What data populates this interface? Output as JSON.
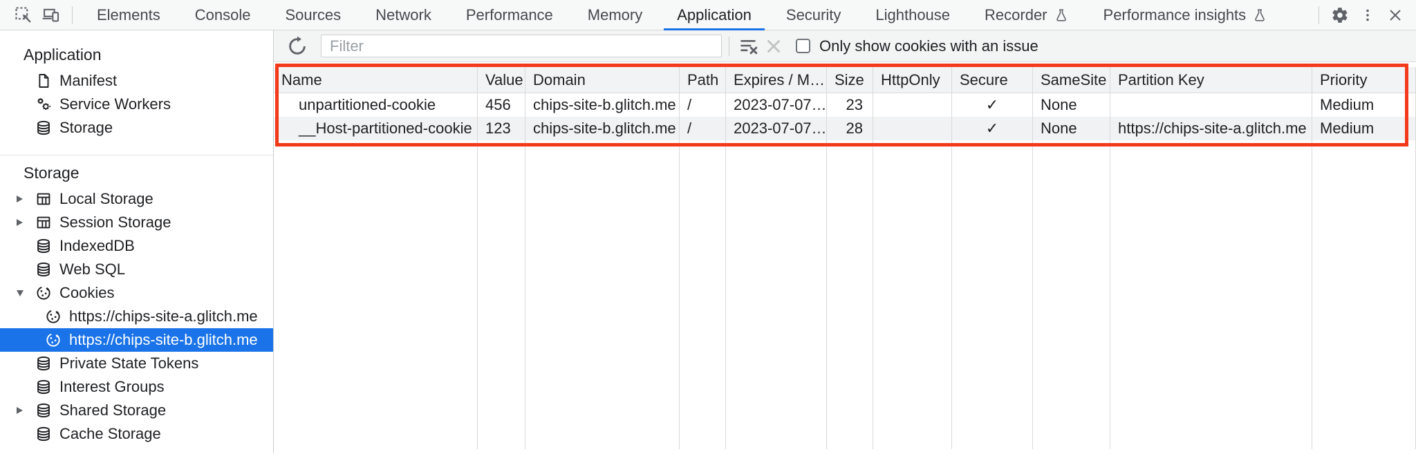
{
  "tabs": [
    {
      "label": "Elements"
    },
    {
      "label": "Console"
    },
    {
      "label": "Sources"
    },
    {
      "label": "Network"
    },
    {
      "label": "Performance"
    },
    {
      "label": "Memory"
    },
    {
      "label": "Application",
      "selected": true
    },
    {
      "label": "Security"
    },
    {
      "label": "Lighthouse"
    },
    {
      "label": "Recorder",
      "experimental": true
    },
    {
      "label": "Performance insights",
      "experimental": true
    }
  ],
  "sidebar": {
    "sections": [
      {
        "title": "Application",
        "items": [
          {
            "label": "Manifest"
          },
          {
            "label": "Service Workers"
          },
          {
            "label": "Storage"
          }
        ]
      },
      {
        "title": "Storage",
        "items": [
          {
            "label": "Local Storage",
            "collapsed": true
          },
          {
            "label": "Session Storage",
            "collapsed": true
          },
          {
            "label": "IndexedDB"
          },
          {
            "label": "Web SQL"
          },
          {
            "label": "Cookies",
            "expanded": true
          },
          {
            "label": "https://chips-site-a.glitch.me"
          },
          {
            "label": "https://chips-site-b.glitch.me",
            "selected": true
          },
          {
            "label": "Private State Tokens"
          },
          {
            "label": "Interest Groups"
          },
          {
            "label": "Shared Storage",
            "collapsed": true
          },
          {
            "label": "Cache Storage"
          }
        ]
      }
    ]
  },
  "filter": {
    "placeholder": "Filter",
    "only_issue_label": "Only show cookies with an issue"
  },
  "cookie_table": {
    "columns": [
      "Name",
      "Value",
      "Domain",
      "Path",
      "Expires / M…",
      "Size",
      "HttpOnly",
      "Secure",
      "SameSite",
      "Partition Key",
      "Priority"
    ],
    "rows": [
      {
        "name": "unpartitioned-cookie",
        "value": "456",
        "domain": "chips-site-b.glitch.me",
        "path": "/",
        "expires": "2023-07-07…",
        "size": "23",
        "httponly": "",
        "secure": "✓",
        "samesite": "None",
        "partition_key": "",
        "priority": "Medium"
      },
      {
        "name": "__Host-partitioned-cookie",
        "value": "123",
        "domain": "chips-site-b.glitch.me",
        "path": "/",
        "expires": "2023-07-07…",
        "size": "28",
        "httponly": "",
        "secure": "✓",
        "samesite": "None",
        "partition_key": "https://chips-site-a.glitch.me",
        "priority": "Medium"
      }
    ]
  },
  "colors": {
    "accent_blue": "#1a73e8",
    "selection_bg": "#1a73e8",
    "highlight_red": "#f4391b",
    "toolbar_bg": "#f3f4f4",
    "header_bg": "#f2f3f4"
  },
  "icons": {
    "inspect": "inspect-cursor-icon",
    "device_toolbar": "device-toolbar-icon",
    "settings": "gear-icon",
    "menu": "kebab-menu-icon",
    "close": "close-icon",
    "refresh": "refresh-icon",
    "clear_filter": "clear-filter-icon",
    "clear": "close-icon",
    "experiment": "flask-icon",
    "manifest": "document-icon",
    "service_workers": "gears-icon",
    "storage": "database-icon",
    "dom_storage": "table-grid-icon",
    "cookies": "cookie-icon"
  }
}
